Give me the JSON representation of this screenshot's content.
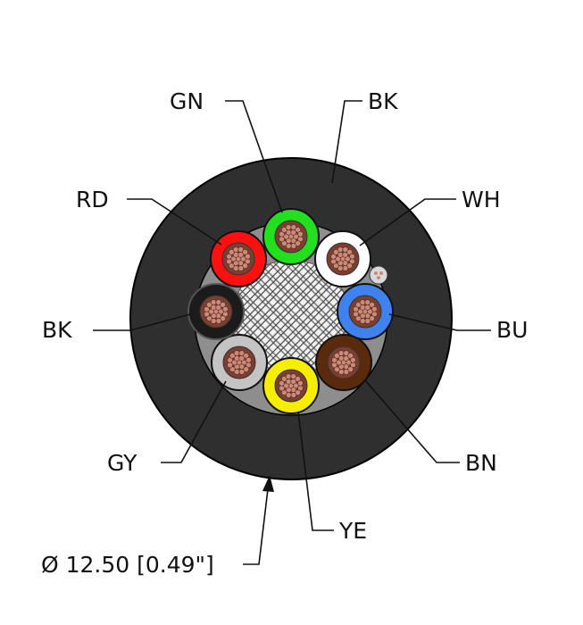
{
  "diagram": {
    "jacket_color": "#2f2f2f",
    "filler_color": "#8e8e8e",
    "copper_color": "#c98a78",
    "diameter_label": "Ø 12.50 [0.49\"]",
    "conductors": [
      {
        "id": "gn",
        "label": "GN",
        "color": "#22e01e",
        "ring": "#111111"
      },
      {
        "id": "wh",
        "label": "WH",
        "color": "#ffffff",
        "ring": "#111111"
      },
      {
        "id": "bu",
        "label": "BU",
        "color": "#3f82ee",
        "ring": "#111111"
      },
      {
        "id": "bn",
        "label": "BN",
        "color": "#5a2a0c",
        "ring": "#111111"
      },
      {
        "id": "ye",
        "label": "YE",
        "color": "#f6ee00",
        "ring": "#111111"
      },
      {
        "id": "gy",
        "label": "GY",
        "color": "#c4c4c4",
        "ring": "#111111"
      },
      {
        "id": "bk",
        "label": "BK",
        "color": "#1b1b1b",
        "ring": "#555555"
      },
      {
        "id": "rd",
        "label": "RD",
        "color": "#ff1010",
        "ring": "#111111"
      }
    ],
    "jacket_label": "BK"
  }
}
